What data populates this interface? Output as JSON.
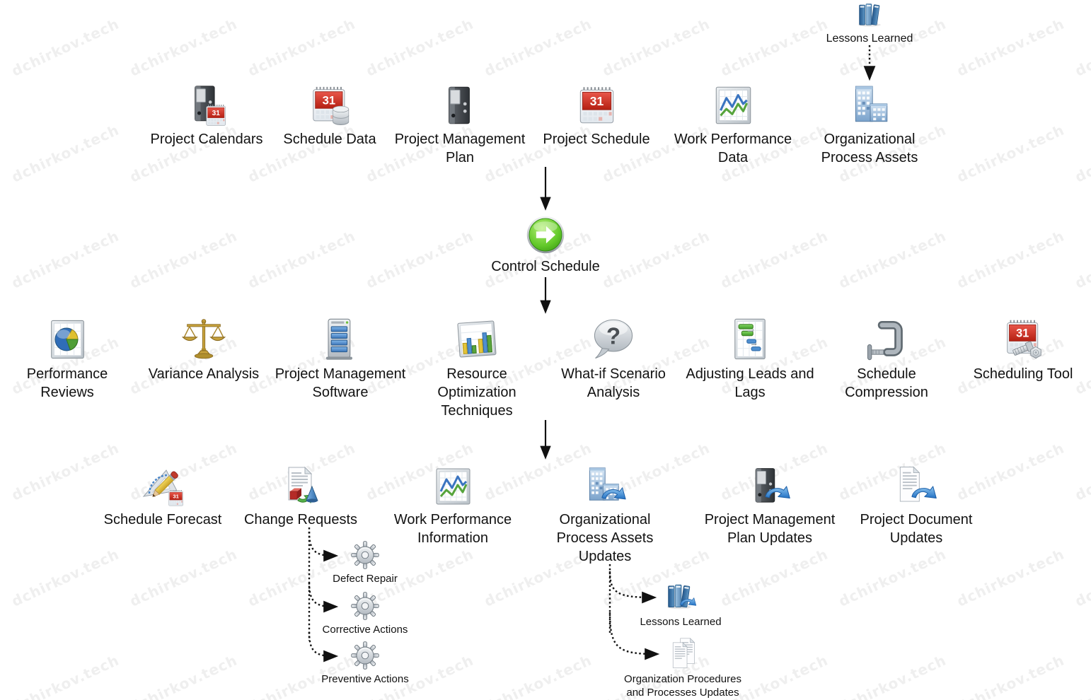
{
  "watermark": {
    "text": "dchirkov.tech",
    "color": "#efefef"
  },
  "diagram": {
    "process": {
      "label": "Control Schedule",
      "icon": "green-arrow-button-icon"
    },
    "inputs": [
      {
        "label": "Project Calendars",
        "icon": "binder-calendar-icon"
      },
      {
        "label": "Schedule Data",
        "icon": "calendar-database-icon"
      },
      {
        "label": "Project Management Plan",
        "icon": "binder-icon"
      },
      {
        "label": "Project Schedule",
        "icon": "calendar-icon"
      },
      {
        "label": "Work Performance Data",
        "icon": "line-chart-icon"
      },
      {
        "label": "Organizational Process Assets",
        "icon": "building-icon"
      }
    ],
    "lessons_learned_input": {
      "label": "Lessons Learned",
      "icon": "books-icon"
    },
    "tools": [
      {
        "label": "Performance Reviews",
        "icon": "pie-chart-document-icon"
      },
      {
        "label": "Variance Analysis",
        "icon": "balance-scales-icon"
      },
      {
        "label": "Project Management Software",
        "icon": "server-icon"
      },
      {
        "label": "Resource Optimization Techniques",
        "icon": "bar-chart-icon"
      },
      {
        "label": "What-if Scenario Analysis",
        "icon": "question-bubble-icon"
      },
      {
        "label": "Adjusting Leads and Lags",
        "icon": "gantt-chart-icon"
      },
      {
        "label": "Schedule Compression",
        "icon": "clamp-icon"
      },
      {
        "label": "Scheduling Tool",
        "icon": "calendar-bolt-icon"
      }
    ],
    "outputs": [
      {
        "label": "Schedule Forecast",
        "icon": "protractor-pencil-calendar-icon"
      },
      {
        "label": "Change Requests",
        "icon": "document-change-icon"
      },
      {
        "label": "Work Performance Information",
        "icon": "line-chart-icon"
      },
      {
        "label": "Organizational Process Assets Updates",
        "icon": "building-update-arrow-icon"
      },
      {
        "label": "Project Management Plan Updates",
        "icon": "binder-update-arrow-icon"
      },
      {
        "label": "Project Document Updates",
        "icon": "document-update-arrow-icon"
      }
    ],
    "change_request_types": [
      {
        "label": "Defect Repair",
        "icon": "gear-icon"
      },
      {
        "label": "Corrective Actions",
        "icon": "gear-icon"
      },
      {
        "label": "Preventive Actions",
        "icon": "gear-icon"
      }
    ],
    "opa_update_types": [
      {
        "label": "Lessons Learned",
        "icon": "books-update-arrow-icon"
      },
      {
        "label": "Organization Procedures and Processes Updates",
        "icon": "documents-icon"
      }
    ]
  }
}
